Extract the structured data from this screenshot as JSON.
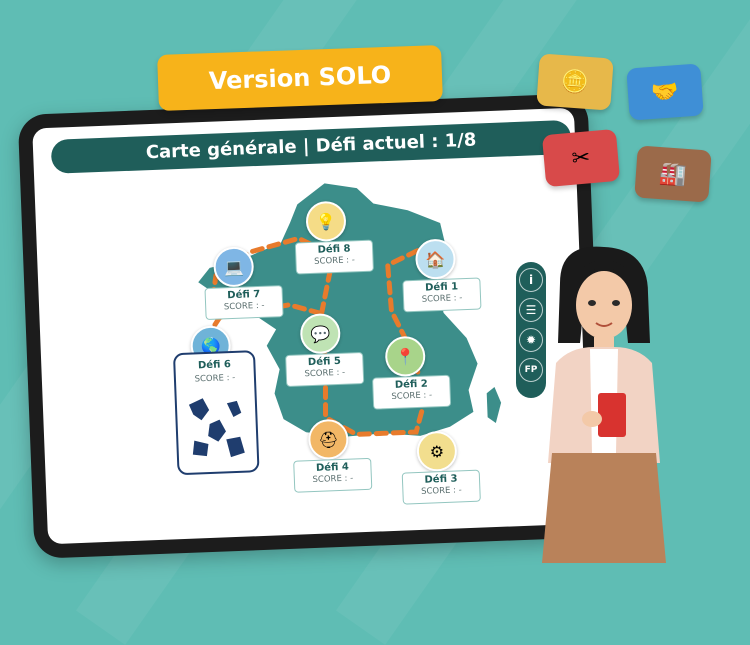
{
  "header": {
    "version_label": "Version SOLO"
  },
  "screen": {
    "title": "Carte générale | Défi actuel : 1/8"
  },
  "challenges": [
    {
      "label": "Défi 1",
      "score": "SCORE : -"
    },
    {
      "label": "Défi 2",
      "score": "SCORE : -"
    },
    {
      "label": "Défi 3",
      "score": "SCORE : -"
    },
    {
      "label": "Défi 4",
      "score": "SCORE : -"
    },
    {
      "label": "Défi 5",
      "score": "SCORE : -"
    },
    {
      "label": "Défi 6",
      "score": "SCORE : -"
    },
    {
      "label": "Défi 7",
      "score": "SCORE : -"
    },
    {
      "label": "Défi 8",
      "score": "SCORE : -"
    }
  ],
  "toolbar": {
    "info": "i",
    "fp": "FP"
  },
  "icons": {
    "defi1": "house-key-icon",
    "defi2": "map-pin-icon",
    "defi3": "industrial-robot-icon",
    "defi4": "hard-hat-icon",
    "defi5": "chat-bubbles-icon",
    "defi6": "globe-icon",
    "defi7": "computer-cart-icon",
    "defi8": "lightbulb-gear-icon"
  },
  "colors": {
    "background": "#5fbdb4",
    "map": "#3c8e8a",
    "path": "#e87b2c",
    "title_bar": "#1f5e5a",
    "tag": "#f7b31a"
  }
}
